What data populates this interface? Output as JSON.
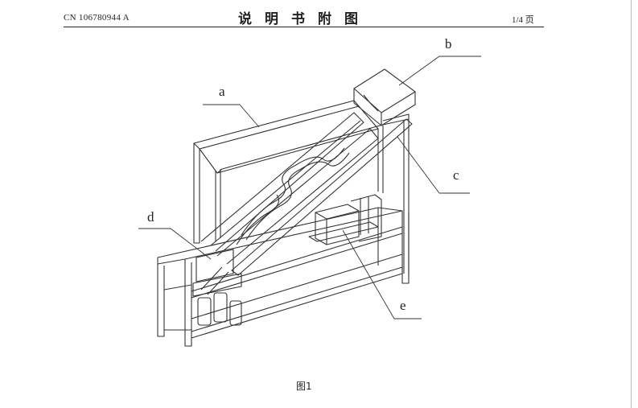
{
  "header": {
    "publication_number": "CN 106780944 A",
    "section_title": "说明书附图",
    "page_indicator": "1/4 页"
  },
  "figure": {
    "caption": "图1",
    "callouts": [
      {
        "id": "a",
        "text": "a"
      },
      {
        "id": "b",
        "text": "b"
      },
      {
        "id": "c",
        "text": "c"
      },
      {
        "id": "d",
        "text": "d"
      },
      {
        "id": "e",
        "text": "e"
      }
    ]
  }
}
